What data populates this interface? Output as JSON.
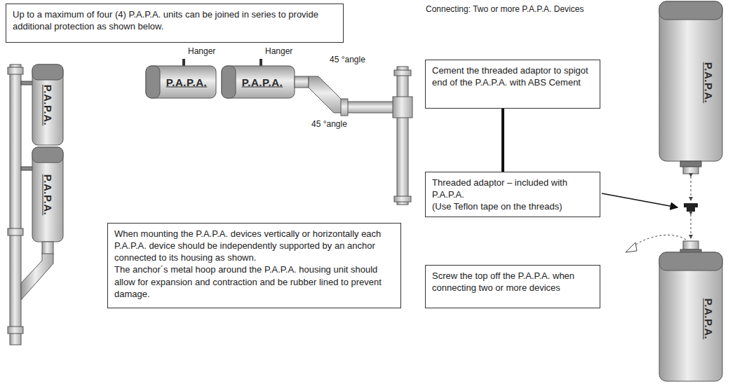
{
  "diagram": {
    "nodes": [
      {
        "text": [
          "Up to a maximum of four (4) P.A.P.A. units can be joined in series to provide additional protection as shown below."
        ]
      },
      {
        "text": [
          "Cement the threaded adaptor to spigot end of the P.A.P.A. with ABS Cement"
        ]
      },
      {
        "text": [
          "Threaded adaptor – included with P.A.P.A.",
          "(Use Teflon tape on the threads)"
        ]
      },
      {
        "text": [
          "When mounting the P.A.P.A. devices vertically or horizontally each P.A.P.A. device should be independently supported by an anchor connected to its housing as shown.",
          "The anchor´s metal hoop around the P.A.P.A. housing unit should allow for expansion and contraction and be rubber lined to prevent damage."
        ]
      },
      {
        "text": [
          "Screw the top off the P.A.P.A. when connecting two or more devices"
        ]
      }
    ],
    "edges": [
      {
        "from": 1,
        "to": 2,
        "arrow": "none"
      }
    ],
    "labels": [
      "Connecting: Two or more P.A.P.A. Devices",
      "Hanger",
      "Hanger",
      "45 °angle",
      "45 °angle",
      "P.A.P.A.",
      "P.A.P.A.",
      "P.A.P.A.",
      "P.A.P.A.",
      "P.A.P.A.",
      "P.A.P.A."
    ]
  }
}
